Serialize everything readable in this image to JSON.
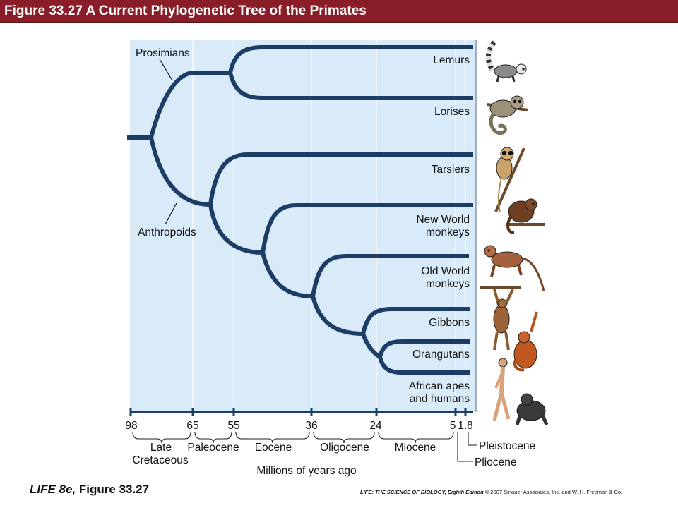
{
  "header": {
    "title": "Figure 33.27 A Current Phylogenetic Tree of the Primates"
  },
  "clades": {
    "upper": "Prosimians",
    "lower": "Anthropoids"
  },
  "taxa": [
    {
      "id": "lemurs",
      "lines": [
        "Lemurs"
      ],
      "animal_icon": "lemur-icon"
    },
    {
      "id": "lorises",
      "lines": [
        "Lorises"
      ],
      "animal_icon": "loris-icon"
    },
    {
      "id": "tarsiers",
      "lines": [
        "Tarsiers"
      ],
      "animal_icon": "tarsier-icon"
    },
    {
      "id": "new-world",
      "lines": [
        "New World",
        "monkeys"
      ],
      "animal_icon": "new-world-monkey-icon"
    },
    {
      "id": "old-world",
      "lines": [
        "Old World",
        "monkeys"
      ],
      "animal_icon": "old-world-monkey-icon"
    },
    {
      "id": "gibbons",
      "lines": [
        "Gibbons"
      ],
      "animal_icon": "gibbon-icon"
    },
    {
      "id": "orangutans",
      "lines": [
        "Orangutans"
      ],
      "animal_icon": "orangutan-icon"
    },
    {
      "id": "african-apes",
      "lines": [
        "African apes",
        "and humans"
      ],
      "animal_icon": "human-and-ape-icon"
    }
  ],
  "axis": {
    "ticks": [
      "98",
      "65",
      "55",
      "36",
      "24",
      "5",
      "1.8"
    ],
    "label": "Millions of years ago"
  },
  "epochs": {
    "late_cretaceous": [
      "Late",
      "Cretaceous"
    ],
    "paleocene": "Paleocene",
    "eocene": "Eocene",
    "oligocene": "Oligocene",
    "miocene": "Miocene",
    "pliocene": "Pliocene",
    "pleistocene": "Pleistocene"
  },
  "footer": {
    "left_italic": "LIFE 8e,",
    "left_rest": " Figure 33.27",
    "right_bold": "LIFE: THE SCIENCE OF BIOLOGY, Eighth Edition",
    "right_rest": "  © 2007 Sinauer Associates, Inc. and W. H. Freeman & Co."
  },
  "colors": {
    "title_bar": "#8a1e28",
    "panel": "#d9ebf8",
    "branch": "#1c3d66",
    "axis": "#1c3d66"
  }
}
